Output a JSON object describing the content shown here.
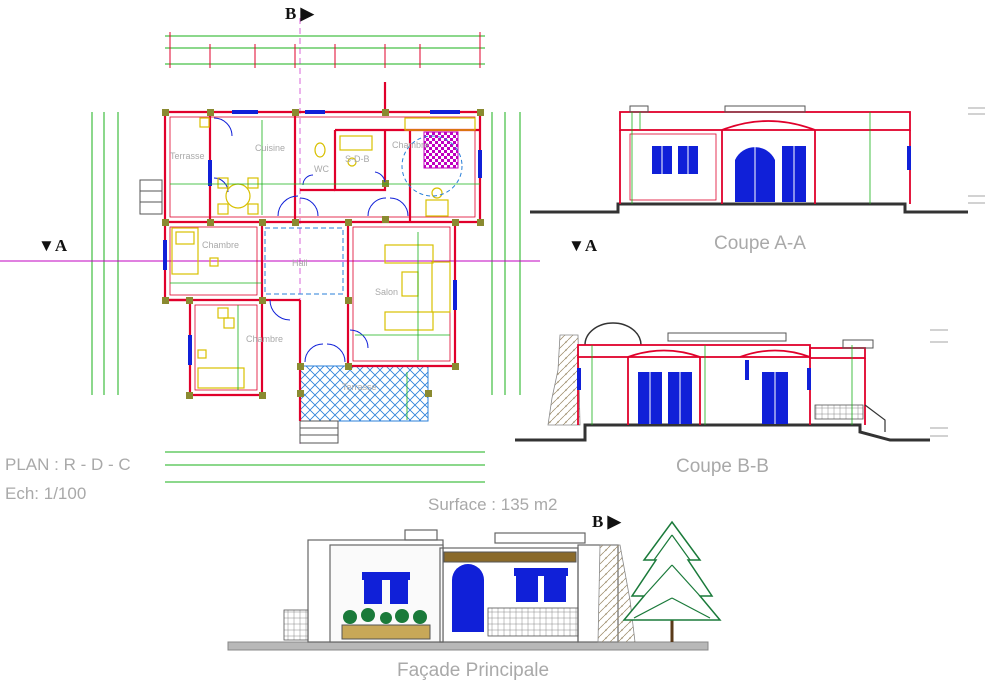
{
  "plan": {
    "title": "PLAN : R - D - C",
    "scale": "Ech: 1/100",
    "surface": "Surface : 135 m2",
    "rooms": {
      "terrasse_west": "Terrasse",
      "cuisine": "Cuisine",
      "sdb": "S-D-B",
      "wc": "WC",
      "chambre_ne": "Chambre",
      "chambre_w": "Chambre",
      "hall": "Hall",
      "salon": "Salon",
      "chambre_sw": "Chambre",
      "terrasse_south": "Terrasse"
    }
  },
  "sections": {
    "section_b_marker": "B",
    "section_a_marker": "A",
    "coupe_aa": "Coupe A-A",
    "coupe_bb": "Coupe B-B",
    "facade": "Façade Principale"
  },
  "colors": {
    "wall": "#e0002b",
    "dimension": "#18b018",
    "window": "#1020d8",
    "furniture": "#d8c000",
    "bed": "#c000c0",
    "hatch": "#2a7fd8",
    "label": "#a9a9a9",
    "ground": "#333333",
    "tree": "#1a7a3a"
  }
}
